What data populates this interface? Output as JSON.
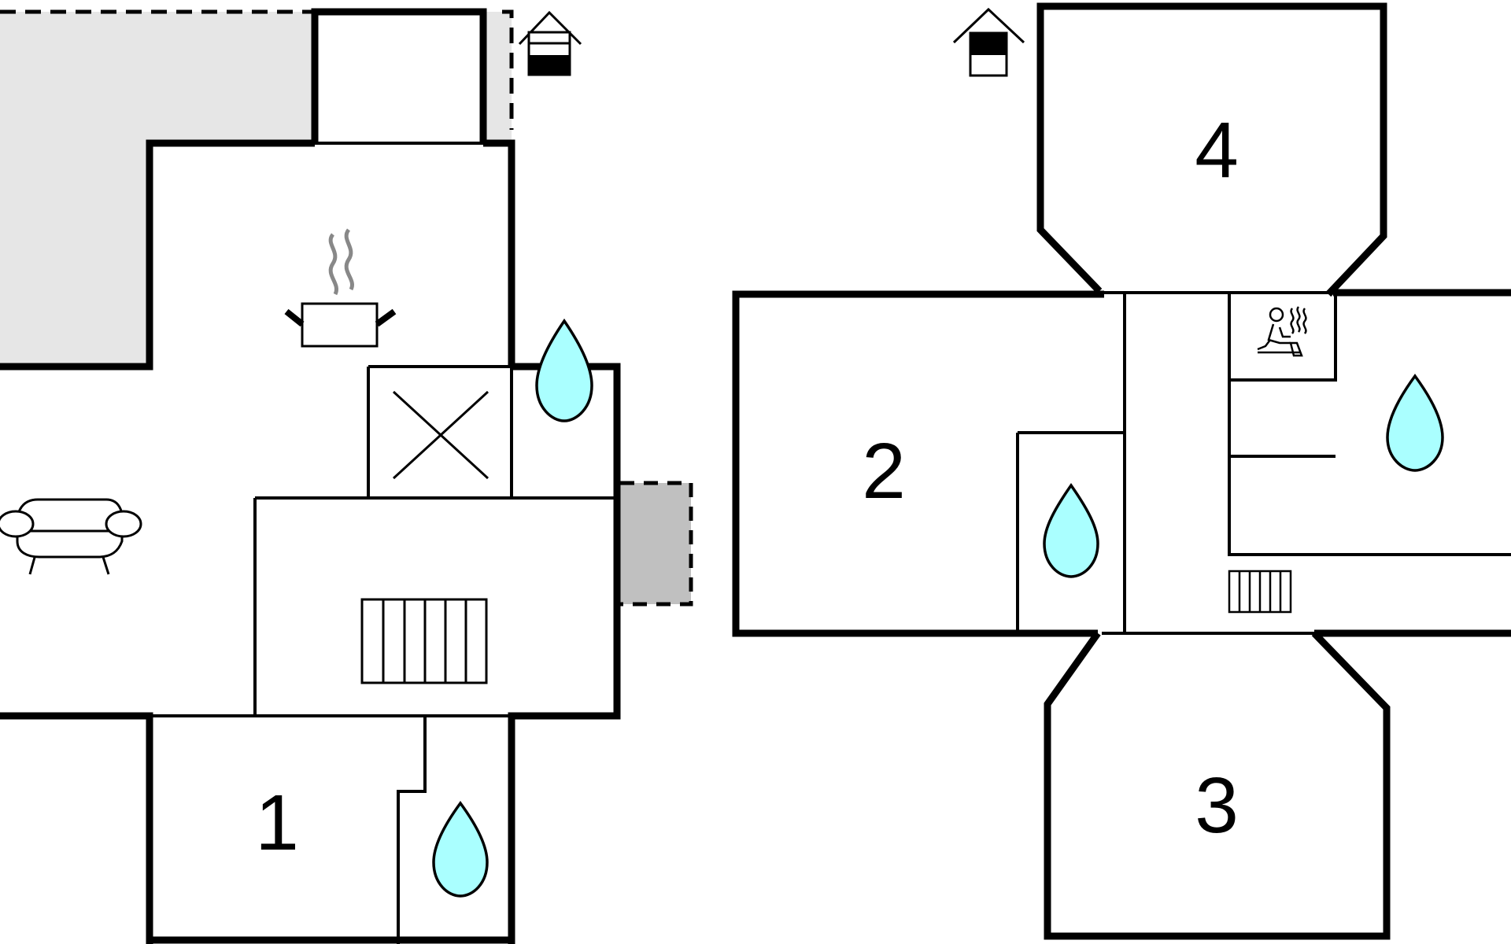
{
  "floor_plans": [
    {
      "id": "ground-floor",
      "rooms": [
        {
          "label": "1",
          "type": "bedroom"
        }
      ],
      "icons": [
        "house-level-icon",
        "kitchen-pot-icon",
        "sofa-icon",
        "water-drop-icon",
        "water-drop-icon",
        "radiator-icon",
        "closet-cross-icon"
      ]
    },
    {
      "id": "upper-floor",
      "rooms": [
        {
          "label": "2",
          "type": "bedroom"
        },
        {
          "label": "3",
          "type": "bedroom"
        },
        {
          "label": "4",
          "type": "bedroom"
        }
      ],
      "icons": [
        "house-level-icon",
        "sauna-icon",
        "water-drop-icon",
        "water-drop-icon",
        "radiator-icon"
      ]
    }
  ],
  "colors": {
    "wall": "#000000",
    "water": "#aaffff",
    "terrace": "#e6e6e6",
    "stove": "#c0c0c0",
    "steam": "#888888"
  }
}
